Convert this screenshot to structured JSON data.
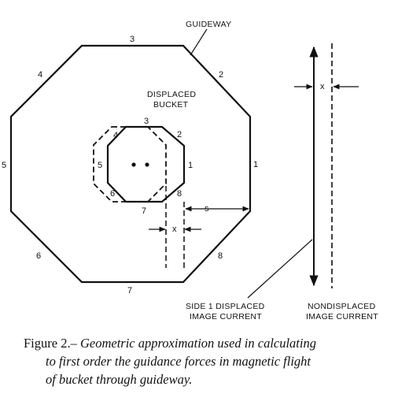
{
  "diagram": {
    "labels": {
      "guideway": "GUIDEWAY",
      "displaced_bucket_line1": "DISPLACED",
      "displaced_bucket_line2": "BUCKET",
      "side1_line1": "SIDE 1 DISPLACED",
      "side1_line2": "IMAGE CURRENT",
      "nondisp_line1": "NONDISPLACED",
      "nondisp_line2": "IMAGE CURRENT",
      "x_top": "x",
      "x_bottom": "x",
      "s": "s"
    },
    "guideway_sides": [
      "1",
      "2",
      "3",
      "4",
      "5",
      "6",
      "7",
      "8"
    ],
    "bucket_sides": [
      "1",
      "2",
      "3",
      "4",
      "5",
      "6",
      "7",
      "8"
    ]
  },
  "caption": {
    "lead": "Figure 2.–",
    "line1": " Geometric approximation used in calculating",
    "line2": "to first order the guidance forces in magnetic flight",
    "line3": "of bucket through guideway."
  }
}
